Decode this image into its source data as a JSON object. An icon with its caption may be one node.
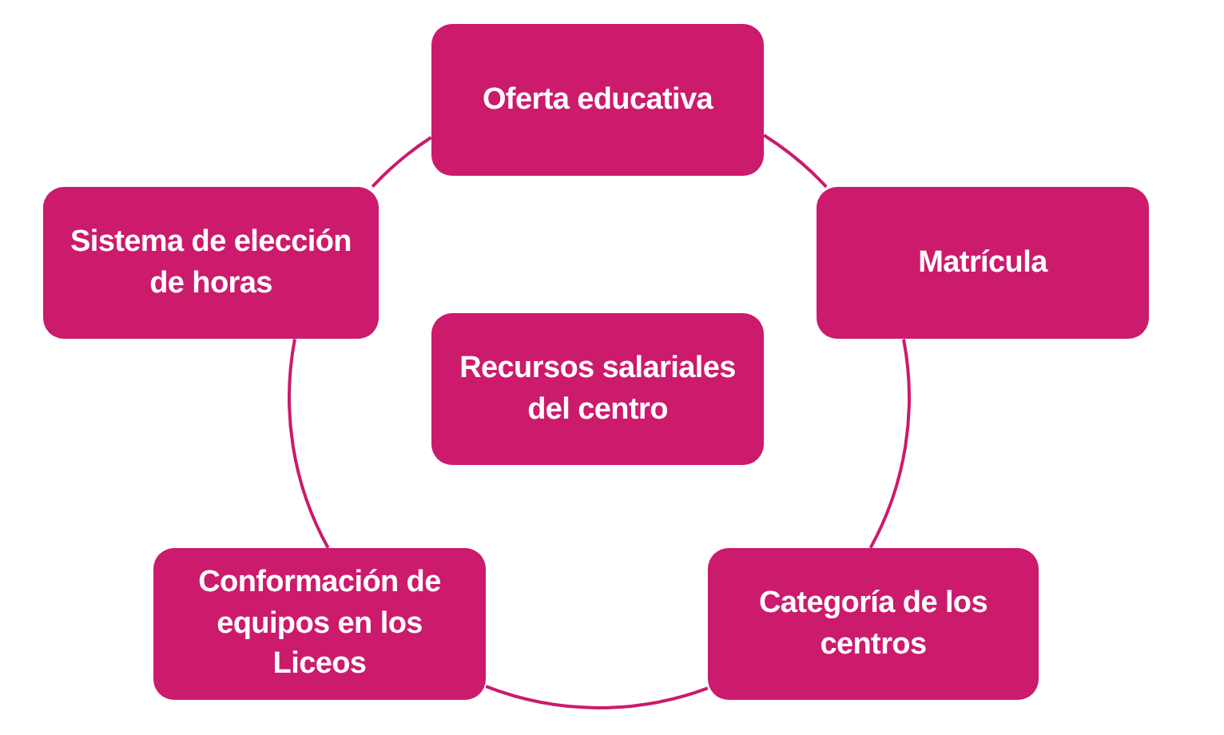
{
  "diagram": {
    "nodes": [
      {
        "text": [
          "Oferta educativa"
        ]
      },
      {
        "text": [
          "Sistema de elección de horas"
        ]
      },
      {
        "text": [
          "Matrícula"
        ]
      },
      {
        "text": [
          "Recursos salariales del centro"
        ]
      },
      {
        "text": [
          "Conformación de equipos en los Liceos"
        ]
      },
      {
        "text": [
          "Categoría de los centros"
        ]
      }
    ],
    "edges": [
      {
        "from": 0,
        "to": 2,
        "arrow": "none"
      },
      {
        "from": 2,
        "to": 5,
        "arrow": "none"
      },
      {
        "from": 5,
        "to": 4,
        "arrow": "none"
      },
      {
        "from": 4,
        "to": 1,
        "arrow": "none"
      },
      {
        "from": 1,
        "to": 0,
        "arrow": "none"
      }
    ]
  }
}
